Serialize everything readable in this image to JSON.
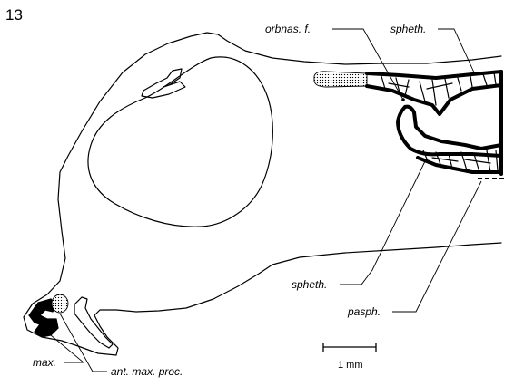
{
  "figure": {
    "number": "13",
    "labels": {
      "orbnas": "orbnas. f.",
      "spheth_top": "spheth.",
      "spheth_bottom": "spheth.",
      "pasph": "pasph.",
      "max": "max.",
      "ant_max_proc": "ant. max. proc."
    },
    "scale_bar": {
      "label": "1 mm"
    },
    "colors": {
      "ink": "#000000",
      "background": "#ffffff"
    }
  }
}
